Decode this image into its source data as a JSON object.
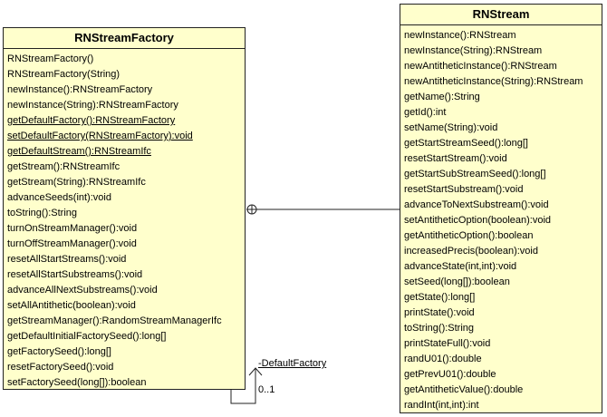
{
  "factory_class": {
    "name": "RNStreamFactory",
    "methods": [
      {
        "text": "RNStreamFactory()",
        "static": false
      },
      {
        "text": "RNStreamFactory(String)",
        "static": false
      },
      {
        "text": "newInstance():RNStreamFactory",
        "static": false
      },
      {
        "text": "newInstance(String):RNStreamFactory",
        "static": false
      },
      {
        "text": "getDefaultFactory():RNStreamFactory",
        "static": true
      },
      {
        "text": "setDefaultFactory(RNStreamFactory):void",
        "static": true
      },
      {
        "text": "getDefaultStream():RNStreamIfc",
        "static": true
      },
      {
        "text": "getStream():RNStreamIfc",
        "static": false
      },
      {
        "text": "getStream(String):RNStreamIfc",
        "static": false
      },
      {
        "text": "advanceSeeds(int):void",
        "static": false
      },
      {
        "text": "toString():String",
        "static": false
      },
      {
        "text": "turnOnStreamManager():void",
        "static": false
      },
      {
        "text": "turnOffStreamManager():void",
        "static": false
      },
      {
        "text": "resetAllStartStreams():void",
        "static": false
      },
      {
        "text": "resetAllStartSubstreams():void",
        "static": false
      },
      {
        "text": "advanceAllNextSubstreams():void",
        "static": false
      },
      {
        "text": "setAllAntithetic(boolean):void",
        "static": false
      },
      {
        "text": "getStreamManager():RandomStreamManagerIfc",
        "static": false
      },
      {
        "text": "getDefaultInitialFactorySeed():long[]",
        "static": false
      },
      {
        "text": "getFactorySeed():long[]",
        "static": false
      },
      {
        "text": "resetFactorySeed():void",
        "static": false
      },
      {
        "text": "setFactorySeed(long[]):boolean",
        "static": false
      }
    ]
  },
  "stream_class": {
    "name": "RNStream",
    "methods": [
      {
        "text": "newInstance():RNStream",
        "static": false
      },
      {
        "text": "newInstance(String):RNStream",
        "static": false
      },
      {
        "text": "newAntitheticInstance():RNStream",
        "static": false
      },
      {
        "text": "newAntitheticInstance(String):RNStream",
        "static": false
      },
      {
        "text": "getName():String",
        "static": false
      },
      {
        "text": "getId():int",
        "static": false
      },
      {
        "text": "setName(String):void",
        "static": false
      },
      {
        "text": "getStartStreamSeed():long[]",
        "static": false
      },
      {
        "text": "resetStartStream():void",
        "static": false
      },
      {
        "text": "getStartSubStreamSeed():long[]",
        "static": false
      },
      {
        "text": "resetStartSubstream():void",
        "static": false
      },
      {
        "text": "advanceToNextSubstream():void",
        "static": false
      },
      {
        "text": "setAntitheticOption(boolean):void",
        "static": false
      },
      {
        "text": "getAntitheticOption():boolean",
        "static": false
      },
      {
        "text": "increasedPrecis(boolean):void",
        "static": false
      },
      {
        "text": "advanceState(int,int):void",
        "static": false
      },
      {
        "text": "setSeed(long[]):boolean",
        "static": false
      },
      {
        "text": "getState():long[]",
        "static": false
      },
      {
        "text": "printState():void",
        "static": false
      },
      {
        "text": "toString():String",
        "static": false
      },
      {
        "text": "printStateFull():void",
        "static": false
      },
      {
        "text": "randU01():double",
        "static": false
      },
      {
        "text": "getPrevU01():double",
        "static": false
      },
      {
        "text": "getAntitheticValue():double",
        "static": false
      },
      {
        "text": "randInt(int,int):int",
        "static": false
      }
    ]
  },
  "self_association": {
    "role": "-DefaultFactory",
    "multiplicity": "0..1"
  },
  "colors": {
    "class_fill": "#ffffcc",
    "line": "#222222"
  }
}
